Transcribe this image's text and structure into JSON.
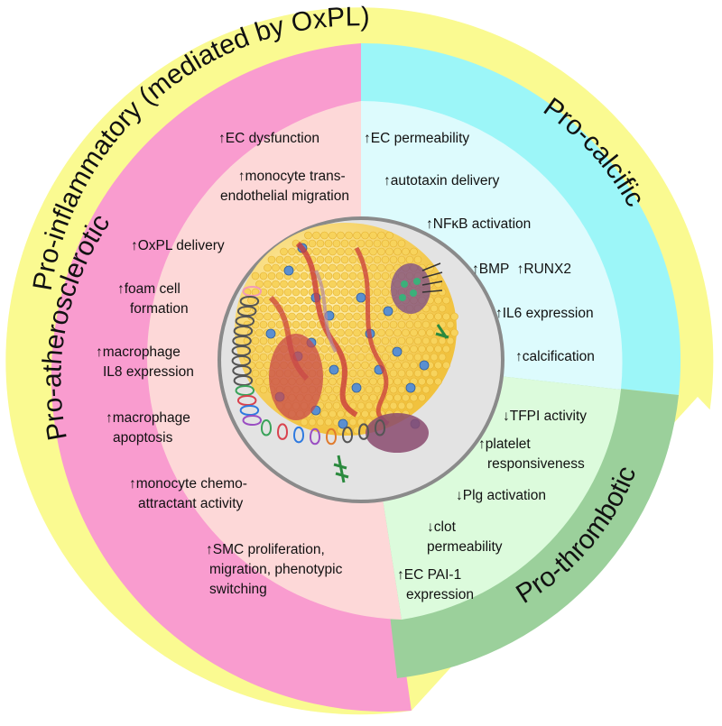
{
  "outer_label": "Pro-inflammatory (mediated by OxPL)",
  "colors": {
    "outer_ring": "#fafa91",
    "atherosclerotic_ring": "#f99ccf",
    "atherosclerotic_fill": "#fdd8d8",
    "calcific_ring": "#9cf6f8",
    "calcific_fill": "#ddfbfd",
    "thrombotic_ring": "#9bd09b",
    "thrombotic_fill": "#dcfbdc",
    "core_fill": "#e3e3e3",
    "core_stroke": "#8a8a8a",
    "particle": "#f5cc4f"
  },
  "sections": {
    "atherosclerotic": {
      "label": "Pro-atherosclerotic",
      "items": [
        [
          "↑EC dysfunction"
        ],
        [
          "↑monocyte trans-",
          "endothelial migration"
        ],
        [
          "↑OxPL delivery"
        ],
        [
          "↑foam cell",
          "formation"
        ],
        [
          "↑macrophage",
          "IL8 expression"
        ],
        [
          "↑macrophage",
          "apoptosis"
        ],
        [
          "↑monocyte chemo-",
          "attractant activity"
        ],
        [
          "↑SMC proliferation,",
          "migration, phenotypic",
          "switching"
        ]
      ]
    },
    "calcific": {
      "label": "Pro-calcific",
      "items": [
        [
          "↑EC permeability"
        ],
        [
          "↑autotaxin delivery"
        ],
        [
          "↑NFκB activation"
        ],
        [
          "↑BMP  ↑RUNX2"
        ],
        [
          "↑IL6 expression"
        ],
        [
          "↑calcification"
        ]
      ]
    },
    "thrombotic": {
      "label": "Pro-thrombotic",
      "items": [
        [
          "↓TFPI activity"
        ],
        [
          "↑platelet",
          "responsiveness"
        ],
        [
          "↓Plg activation"
        ],
        [
          "↓clot",
          "permeability"
        ],
        [
          "↑EC PAI-1",
          "expression"
        ]
      ]
    }
  }
}
